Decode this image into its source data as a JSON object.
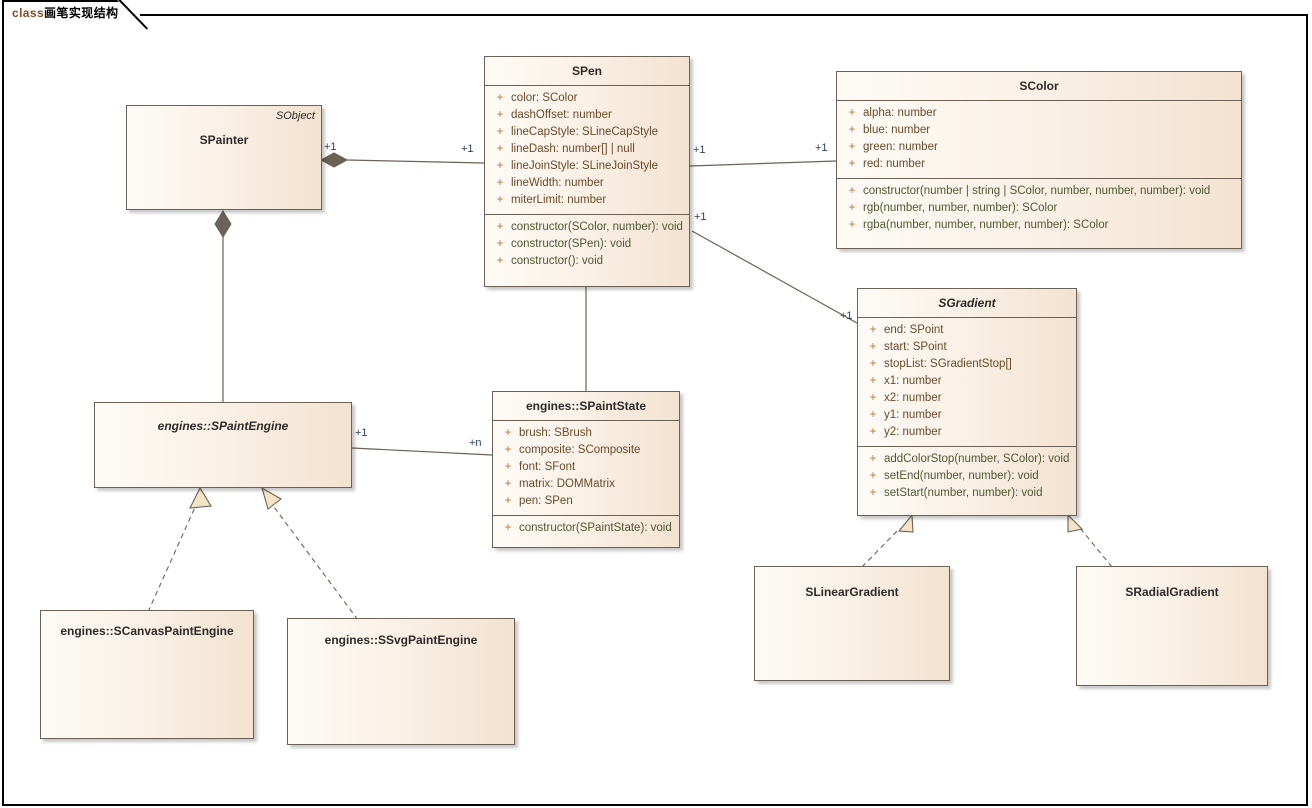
{
  "diagram": {
    "tab_keyword": "class",
    "tab_title": "画笔实现结构",
    "frame_label": "class画笔实现结构"
  },
  "classes": {
    "spainter": {
      "name": "SPainter",
      "stereotype": "SObject",
      "abstract": false
    },
    "spen": {
      "name": "SPen",
      "abstract": false,
      "attributes": [
        {
          "vis": "+",
          "sig": "color: SColor"
        },
        {
          "vis": "+",
          "sig": "dashOffset: number"
        },
        {
          "vis": "+",
          "sig": "lineCapStyle: SLineCapStyle"
        },
        {
          "vis": "+",
          "sig": "lineDash: number[] | null"
        },
        {
          "vis": "+",
          "sig": "lineJoinStyle: SLineJoinStyle"
        },
        {
          "vis": "+",
          "sig": "lineWidth: number"
        },
        {
          "vis": "+",
          "sig": "miterLimit: number"
        }
      ],
      "operations": [
        {
          "vis": "+",
          "sig": "constructor(SColor, number): void"
        },
        {
          "vis": "+",
          "sig": "constructor(SPen): void"
        },
        {
          "vis": "+",
          "sig": "constructor(): void"
        }
      ]
    },
    "scolor": {
      "name": "SColor",
      "abstract": false,
      "attributes": [
        {
          "vis": "+",
          "sig": "alpha: number"
        },
        {
          "vis": "+",
          "sig": "blue: number"
        },
        {
          "vis": "+",
          "sig": "green: number"
        },
        {
          "vis": "+",
          "sig": "red: number"
        }
      ],
      "operations": [
        {
          "vis": "+",
          "sig": "constructor(number | string | SColor, number, number, number): void"
        },
        {
          "vis": "+",
          "sig": "rgb(number, number, number): SColor"
        },
        {
          "vis": "+",
          "sig": "rgba(number, number, number, number): SColor"
        }
      ]
    },
    "sgradient": {
      "name": "SGradient",
      "abstract": true,
      "attributes": [
        {
          "vis": "+",
          "sig": "end: SPoint"
        },
        {
          "vis": "+",
          "sig": "start: SPoint"
        },
        {
          "vis": "+",
          "sig": "stopList: SGradientStop[]"
        },
        {
          "vis": "+",
          "sig": "x1: number"
        },
        {
          "vis": "+",
          "sig": "x2: number"
        },
        {
          "vis": "+",
          "sig": "y1: number"
        },
        {
          "vis": "+",
          "sig": "y2: number"
        }
      ],
      "operations": [
        {
          "vis": "+",
          "sig": "addColorStop(number, SColor): void"
        },
        {
          "vis": "+",
          "sig": "setEnd(number, number): void"
        },
        {
          "vis": "+",
          "sig": "setStart(number, number): void"
        }
      ]
    },
    "spaintengine": {
      "name": "engines::SPaintEngine",
      "abstract": true
    },
    "spaintstate": {
      "name": "engines::SPaintState",
      "abstract": false,
      "attributes": [
        {
          "vis": "+",
          "sig": "brush: SBrush"
        },
        {
          "vis": "+",
          "sig": "composite: SComposite"
        },
        {
          "vis": "+",
          "sig": "font: SFont"
        },
        {
          "vis": "+",
          "sig": "matrix: DOMMatrix"
        },
        {
          "vis": "+",
          "sig": "pen: SPen"
        }
      ],
      "operations": [
        {
          "vis": "+",
          "sig": "constructor(SPaintState): void"
        }
      ]
    },
    "scanvaspaintengine": {
      "name": "engines::SCanvasPaintEngine",
      "abstract": false
    },
    "ssvgpaintengine": {
      "name": "engines::SSvgPaintEngine",
      "abstract": false
    },
    "slineargradient": {
      "name": "SLinearGradient",
      "abstract": false
    },
    "sradialgradient": {
      "name": "SRadialGradient",
      "abstract": false
    }
  },
  "multiplicities": {
    "painter_to_pen_src": "+1",
    "painter_to_pen_tgt": "+1",
    "pen_to_color_src": "+1",
    "pen_to_color_tgt": "+1",
    "pen_to_gradient_src": "+1",
    "pen_to_gradient_tgt": "+1",
    "engine_to_state_src": "+1",
    "engine_to_state_tgt": "+n"
  },
  "colors": {
    "box_fill_left": "#fdfaf6",
    "box_fill_right": "#f3e2d0",
    "box_border": "#6b6255",
    "attribute_text": "#6b4b2a",
    "operation_text": "#4d5b33",
    "visibility_text": "#b9762e",
    "multiplicity_text": "#2a3f66",
    "connector": "#6b6255",
    "triangle_fill": "#f5e3c8"
  }
}
